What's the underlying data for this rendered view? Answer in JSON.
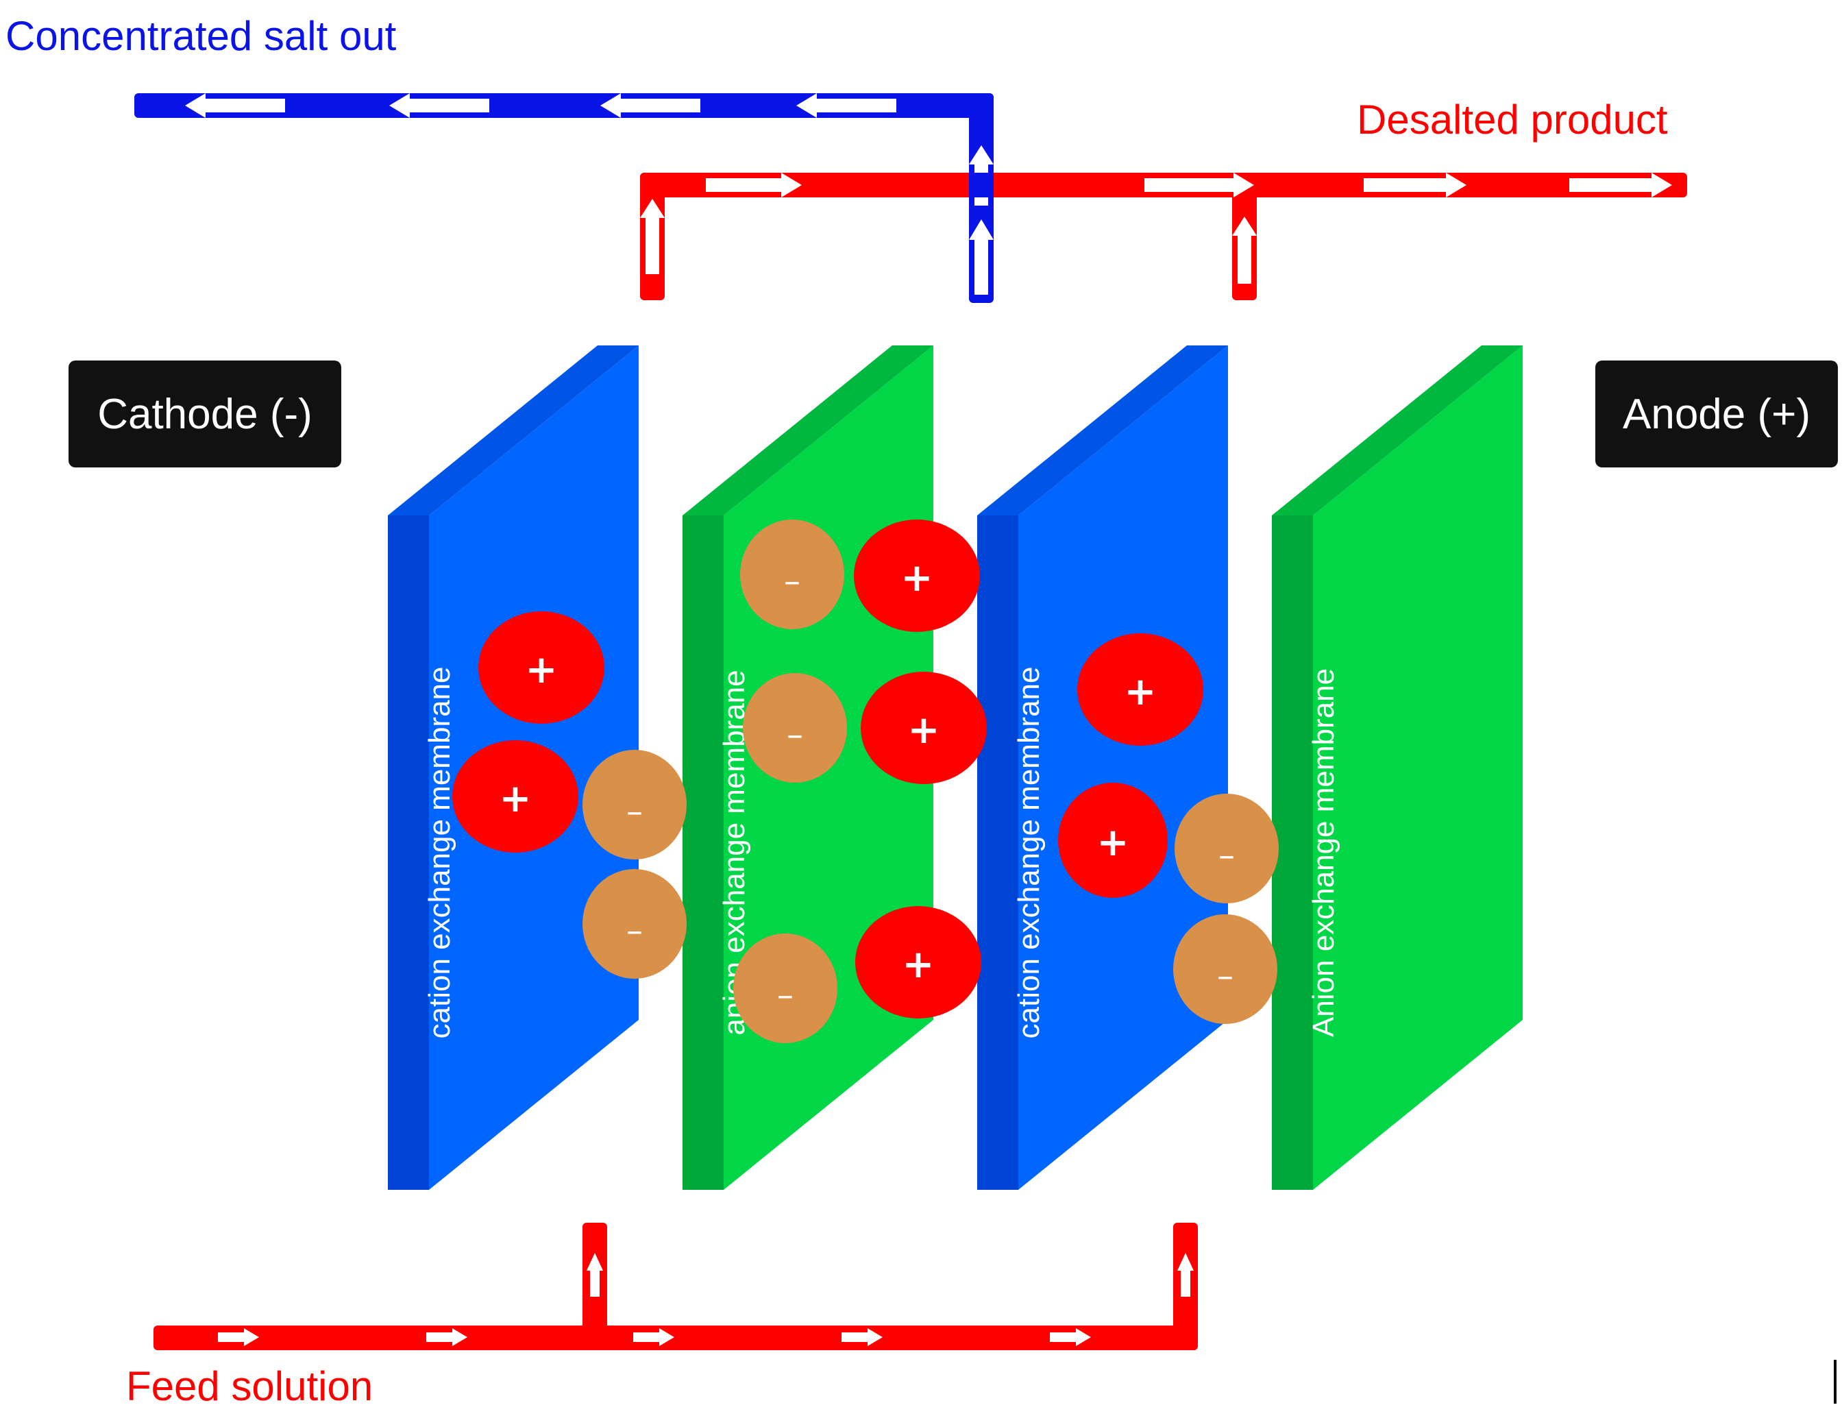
{
  "labels": {
    "concentrated_out": "Concentrated salt out",
    "desalted_product": "Desalted product",
    "feed_solution": "Feed solution",
    "cathode": "Cathode (-)",
    "anode": "Anode (+)"
  },
  "membranes": [
    {
      "label": "cation exchange membrane",
      "type": "cation"
    },
    {
      "label": "anion exchange membrane",
      "type": "anion"
    },
    {
      "label": "cation exchange membrane",
      "type": "cation"
    },
    {
      "label": "Anion exchange membrane",
      "type": "anion"
    }
  ],
  "ion_signs": {
    "cation": "+",
    "anion": "–"
  },
  "colors": {
    "concentrate_stream": "#0a14e6",
    "product_stream": "#ff0000",
    "feed_stream": "#ff0000",
    "cation_membrane": "#0066ff",
    "anion_membrane": "#00d646",
    "cation_ion": "#ff0000",
    "anion_ion": "#d9914a",
    "electrode_box": "#111111"
  }
}
